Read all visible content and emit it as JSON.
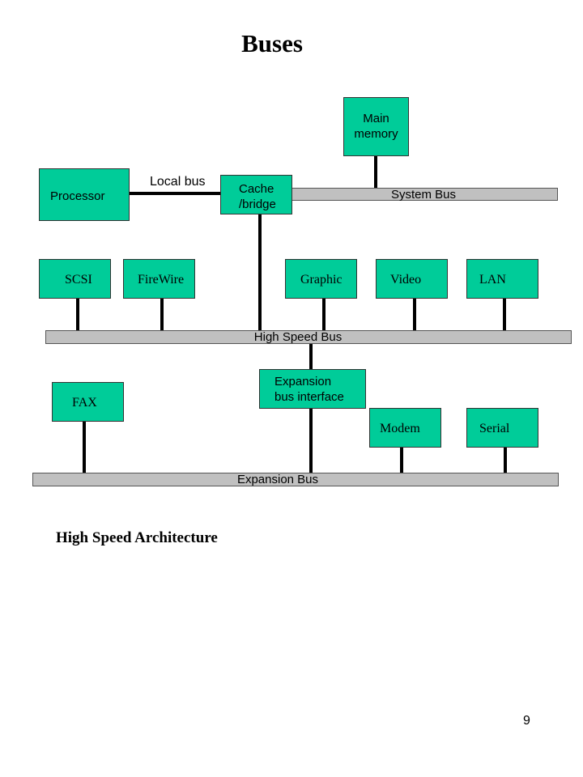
{
  "title": "Buses",
  "colors": {
    "component": "#00cc99",
    "bus": "#c0c0c0",
    "wire": "#000000"
  },
  "components": {
    "main_memory": "Main\nmemory",
    "processor": "Processor",
    "cache_bridge": "Cache\n/bridge",
    "scsi": "SCSI",
    "firewire": "FireWire",
    "graphic": "Graphic",
    "video": "Video",
    "lan": "LAN",
    "fax": "FAX",
    "expansion_interface": "Expansion\nbus interface",
    "modem": "Modem",
    "serial": "Serial"
  },
  "buses": {
    "local": "Local bus",
    "system": "System Bus",
    "high_speed": "High Speed Bus",
    "expansion": "Expansion Bus"
  },
  "caption": "High Speed Architecture",
  "page_number": "9"
}
